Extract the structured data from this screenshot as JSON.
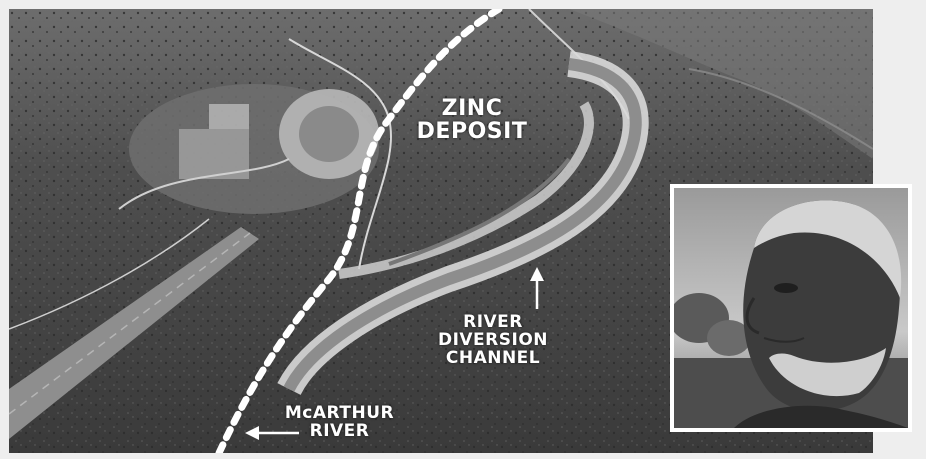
{
  "map_labels": {
    "zinc_deposit": [
      "ZINC",
      "DEPOSIT"
    ],
    "river_diversion": [
      "RIVER",
      "DIVERSION",
      "CHANNEL"
    ],
    "mcarthur_river": [
      "McARTHUR",
      "RIVER"
    ]
  },
  "colors": {
    "frame": "#eeeeee",
    "terrain": "#4a4a4a",
    "highlight": "#ffffff"
  }
}
